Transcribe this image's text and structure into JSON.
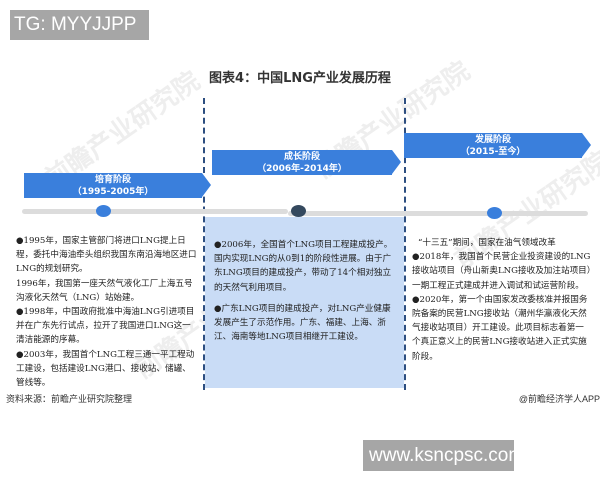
{
  "watermark_top": "TG: MYYJJPP",
  "watermark_bottom": "www.ksncpsc.com",
  "title": "图表4：中国LNG产业发展历程",
  "background_watermark": "前瞻产业研究院",
  "colors": {
    "stage_banner": "#3a7fdc",
    "timeline_track": "#dcdcdc",
    "dot_active": "#3a7fdc",
    "dot_dark": "#34495e",
    "divider": "#2d4e80",
    "highlight_panel": "#c9dcf6"
  },
  "stages": [
    {
      "name": "培育阶段",
      "period": "（1995-2005年）",
      "items": [
        "●1995年，国家主管部门将进口LNG提上日程，委托中海油牵头组织我国东南沿海地区进口LNG的规划研究。",
        "1996年，我国第一座天然气液化工厂上海五号沟液化天然气（LNG）站始建。",
        "●1998年，中国政府批准中海油LNG引进项目并在广东先行试点，拉开了我国进口LNG这一清洁能源的序幕。",
        "●2003年，我国首个LNG工程三通一平工程动工建设，包括建设LNG港口、接收站、储罐、管线等。"
      ]
    },
    {
      "name": "成长阶段",
      "period": "（2006年-2014年）",
      "items": [
        "●2006年，全国首个LNG项目工程建成投产。国内实现LNG的从0到1的阶段性进展。由于广东LNG项目的建成投产，带动了14个相对独立的天然气利用项目。",
        "●广东LNG项目的建成投产，对LNG产业健康发展产生了示范作用。广东、福建、上海、浙江、海南等地LNG项目相继开工建设。"
      ]
    },
    {
      "name": "发展阶段",
      "period": "（2015-至今）",
      "items": [
        "“十三五”期间，国家在油气领域改革",
        "●2018年，我国首个民营企业投资建设的LNG接收站项目（舟山新奥LNG接收及加注站项目）一期工程正式建成并进入调试和试运营阶段。",
        "●2020年，第一个由国家发改委核准并报国务院备案的民营LNG接收站（潮州华瀛液化天然气接收站项目）开工建设。此项目标志着第一个真正意义上的民营LNG接收站进入正式实施阶段。"
      ]
    }
  ],
  "footer": {
    "source": "资料来源：前瞻产业研究院整理",
    "credit": "@前瞻经济学人APP"
  }
}
